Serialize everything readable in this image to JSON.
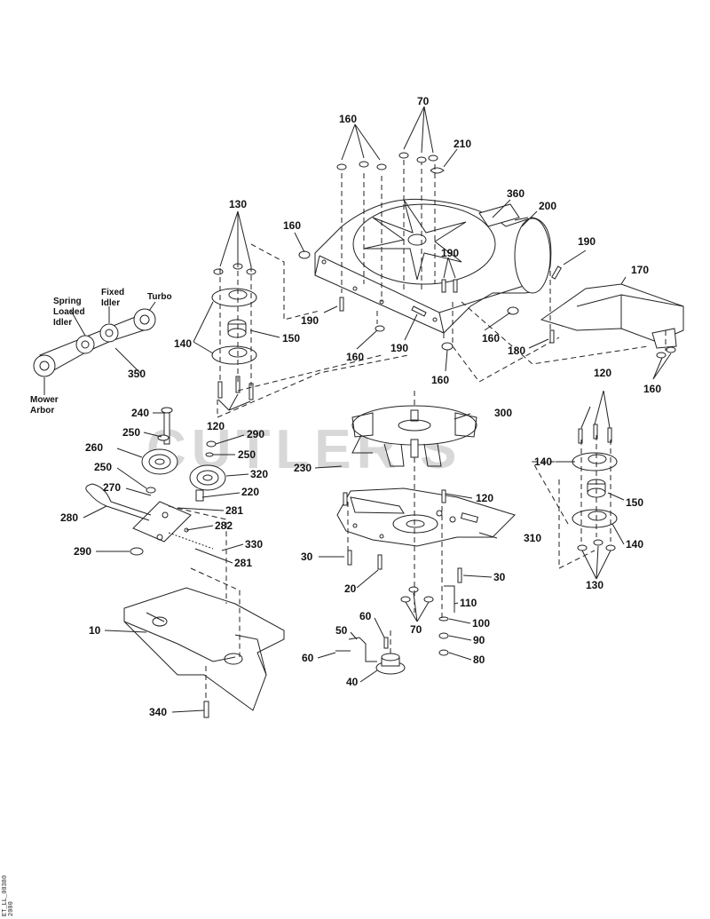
{
  "watermark": "CUTLER'S",
  "drawing_code": "ET_LL_00380",
  "drawing_code_2": "2000",
  "belt_routing": {
    "spring_loaded_idler": [
      "Spring",
      "Loaded",
      "Idler"
    ],
    "fixed_idler": [
      "Fixed",
      "Idler"
    ],
    "turbo": "Turbo",
    "mower_arbor": [
      "Mower",
      "Arbor"
    ],
    "belt_number": "350"
  },
  "callouts": {
    "c160a": "160",
    "c70a": "70",
    "c210": "210",
    "c360": "360",
    "c200": "200",
    "c130a": "130",
    "c160b": "160",
    "c190a": "190",
    "c190b": "190",
    "c170": "170",
    "c190c": "190",
    "c190d": "190",
    "c160c": "160",
    "c180": "180",
    "c140a": "140",
    "c150a": "150",
    "c160d": "160",
    "c160e": "160",
    "c160f": "160",
    "c120a": "120",
    "c120b": "120",
    "c240": "240",
    "c250a": "250",
    "c290a": "290",
    "c260": "260",
    "c250b": "250",
    "c300": "300",
    "c320": "320",
    "c250c": "250",
    "c230": "230",
    "c140b": "140",
    "c270": "270",
    "c220": "220",
    "c120c": "120",
    "c150b": "150",
    "c281a": "281",
    "c280": "280",
    "c282": "282",
    "c310": "310",
    "c330": "330",
    "c140c": "140",
    "c290b": "290",
    "c281b": "281",
    "c30a": "30",
    "c30b": "30",
    "c130b": "130",
    "c20": "20",
    "c110": "110",
    "c10": "10",
    "c60a": "60",
    "c100": "100",
    "c70b": "70",
    "c50": "50",
    "c90": "90",
    "c60b": "60",
    "c80": "80",
    "c40": "40",
    "c340": "340"
  }
}
